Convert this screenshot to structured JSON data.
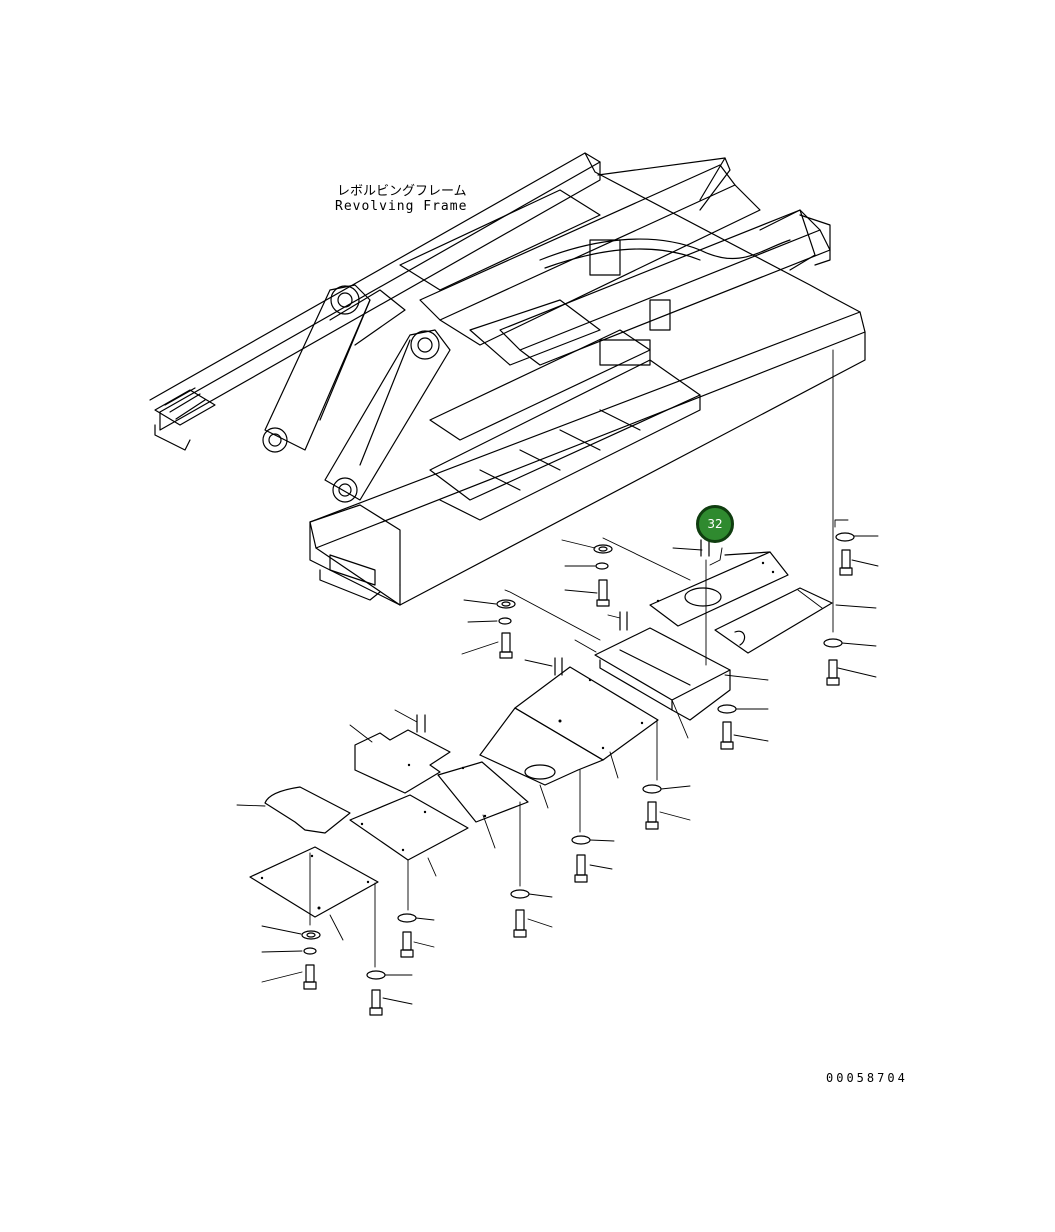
{
  "title": {
    "japanese": "レボルビングフレーム",
    "english": "Revolving Frame"
  },
  "callout": {
    "number": "32",
    "color": "#2f8a2f",
    "border_color": "#0f3d0f"
  },
  "figure_number": "00058704"
}
